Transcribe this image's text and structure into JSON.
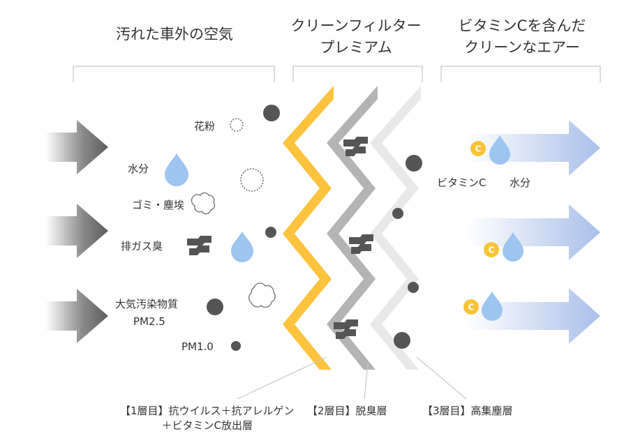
{
  "headers": {
    "outside_air": "汚れた車外の空気",
    "filter_line1": "クリーンフィルター",
    "filter_line2": "プレミアム",
    "clean_line1": "ビタミンCを含んだ",
    "clean_line2": "クリーンなエアー"
  },
  "pollutants": {
    "pollen": "花粉",
    "moisture": "水分",
    "dust": "ゴミ・塵埃",
    "exhaust_odor": "排ガス臭",
    "air_pollutant": "大気汚染物質",
    "pm25": "PM2.5",
    "pm10": "PM1.0"
  },
  "clean_air": {
    "vitamin_c": "ビタミンC",
    "moisture": "水分",
    "badge": "C"
  },
  "layers": {
    "layer1_line1": "【1層目】抗ウイルス＋抗アレルゲン",
    "layer1_line2": "＋ビタミンC放出層",
    "layer2": "【2層目】脱臭層",
    "layer3": "【3層目】高集塵層"
  },
  "colors": {
    "layer1": "#FDC33E",
    "layer2": "#B4B4B4",
    "layer3": "#E8E8E8",
    "particle": "#555555",
    "water": "#9EC4F0",
    "vitamin": "#F8C435",
    "clean_arrow": "#AFC6EC"
  }
}
